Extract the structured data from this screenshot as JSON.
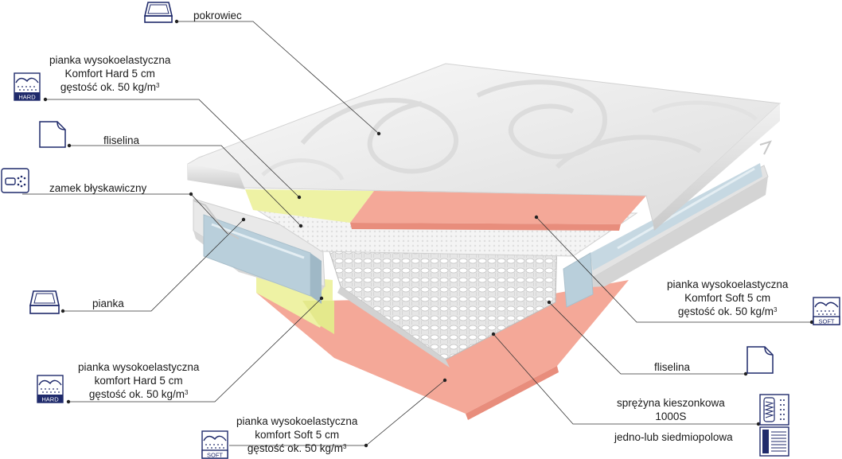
{
  "labels": {
    "cover": "pokrowiec",
    "hard_top": {
      "line1": "pianka wysokoelastyczna",
      "line2": "Komfort Hard 5 cm",
      "line3": "gęstość ok. 50 kg/m",
      "sup": "3"
    },
    "fleece_top": "fliselina",
    "zipper": "zamek błyskawiczny",
    "foam": "pianka",
    "hard_bottom": {
      "line1": "pianka wysokoelastyczna",
      "line2": "komfort Hard 5 cm",
      "line3": "gęstość ok. 50 kg/m",
      "sup": "3"
    },
    "soft_bottom": {
      "line1": "pianka wysokoelastyczna",
      "line2": "komfort Soft 5 cm",
      "line3": "gęstość ok. 50 kg/m",
      "sup": "3"
    },
    "soft_right": {
      "line1": "pianka wysokoelastyczna",
      "line2": "Komfort Soft 5 cm",
      "line3": "gęstość ok. 50 kg/m",
      "sup": "3"
    },
    "fleece_right": "fliselina",
    "spring": {
      "line1": "sprężyna kieszonkowa",
      "line2": "1000S"
    },
    "zones": "jedno-lub siedmiopolowa"
  },
  "badges": {
    "hard": "HARD",
    "soft": "SOFT"
  },
  "colors": {
    "icon_navy": "#1f2a6b",
    "cover_white": "#eeeeee",
    "hard_foam_yellow": "#eef2a4",
    "soft_foam_pink": "#f4a898",
    "side_foam_blue": "#b9cfdb",
    "leader_line": "#333333"
  }
}
